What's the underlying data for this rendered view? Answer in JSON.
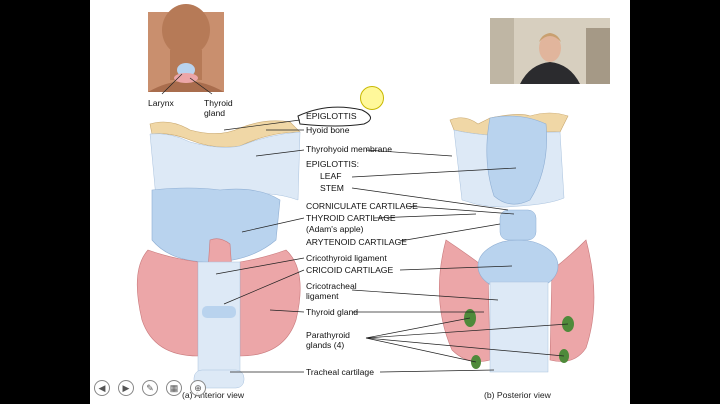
{
  "colors": {
    "cartilage": "#b9d3ee",
    "membrane": "#dde9f6",
    "bone": "#f0d7a6",
    "gland": "#eca6a8",
    "parathyroid": "#4f8a3a",
    "background": "#ffffff",
    "letterbox": "#000000"
  },
  "inset": {
    "labels": {
      "larynx": "Larynx",
      "thyroid_gland": "Thyroid gland"
    }
  },
  "labels": {
    "epiglottis_top": "EPIGLOTTIS",
    "hyoid_bone": "Hyoid bone",
    "thyrohyoid_membrane": "Thyrohyoid membrane",
    "epiglottis_group": "EPIGLOTTIS:",
    "leaf": "LEAF",
    "stem": "STEM",
    "corniculate_cartilage": "CORNICULATE CARTILAGE",
    "thyroid_cartilage": "THYROID CARTILAGE",
    "adams_apple": "(Adam's apple)",
    "arytenoid_cartilage": "ARYTENOID CARTILAGE",
    "cricothyroid_ligament": "Cricothyroid ligament",
    "cricoid_cartilage": "CRICOID CARTILAGE",
    "cricotracheal_ligament": "Cricotracheal ligament",
    "thyroid_gland": "Thyroid gland",
    "parathyroid_glands": "Parathyroid glands (4)",
    "tracheal_cartilage": "Tracheal cartilage"
  },
  "captions": {
    "anterior": "(a) Anterior view",
    "posterior": "(b) Posterior view"
  },
  "toolbar": {
    "icons": [
      "back-icon",
      "forward-icon",
      "pen-icon",
      "slides-icon",
      "zoom-icon"
    ]
  }
}
